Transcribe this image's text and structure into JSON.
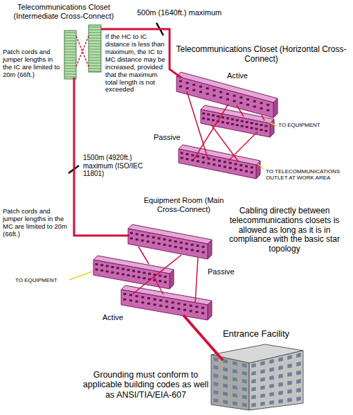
{
  "diagram": {
    "nodes": [
      {
        "text": [
          "Telecommunications Closet (Intermediate Cross-Connect)"
        ]
      },
      {
        "text": [
          "Telecommunications Closet (Horizontal Cross-Connect)"
        ]
      },
      {
        "text": [
          "Equipment Room (Main Cross-Connect)"
        ]
      },
      {
        "text": [
          "Entrance Facility"
        ]
      }
    ],
    "edges": [
      {
        "from": 0,
        "to": 1,
        "arrow": "none",
        "label": "500m (1640ft.) maximum"
      },
      {
        "from": 0,
        "to": 2,
        "arrow": "none",
        "label": "1500m (4920ft.) maximum (ISO/IEC 11801)"
      },
      {
        "from": 2,
        "to": 3,
        "arrow": "none"
      }
    ],
    "labels": [
      "Patch cords and jumper lengths in the IC are limited to 20m (66ft.)",
      "If the HC to IC distance is less than maximum, the IC to MC distance may be increased, provided that the maximum total length is not exceeded",
      "Active",
      "TO EQUIPMENT",
      "Passive",
      "TO TELECOMMUNICATIONS OUTLET AT WORK AREA",
      "Patch cords and jumper lengths in the MC are limited to 20m (66ft.)",
      "Cabling directly between telecommunications closets is allowed as long as it is in compliance with the basic star topology",
      "TO EQUIPMENT",
      "Passive",
      "Active",
      "Grounding must conform to applicable building codes as well as ANSI/TIA/EIA-607"
    ]
  }
}
